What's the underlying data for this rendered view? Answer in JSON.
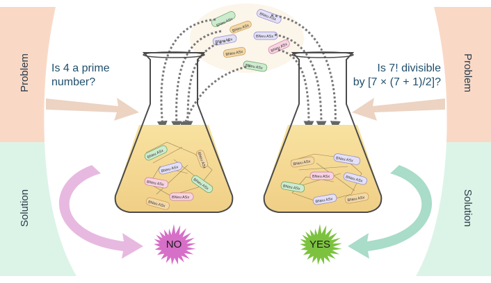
{
  "left_panel": {
    "problem_label": "Problem",
    "solution_label": "Solution",
    "question_line1": "Is 4 a prime",
    "question_line2": "number?",
    "answer": "NO",
    "answer_color": "#d66fc7"
  },
  "right_panel": {
    "problem_label": "Problem",
    "solution_label": "Solution",
    "question_line1": "Is 7! divisible",
    "question_line2": "by [7 × (7 + 1)/2]?",
    "answer": "YES",
    "answer_color": "#7cc23f"
  },
  "cell_label": "BNeu ASx",
  "colors": {
    "problem_band": "#f9d9c6",
    "solution_band": "#dcf4e8",
    "flask_liquid": "#f3d48a",
    "no_arrow": "#e7b9e0",
    "yes_arrow": "#a9dcc9",
    "input_arrow": "#ecd3c2"
  }
}
